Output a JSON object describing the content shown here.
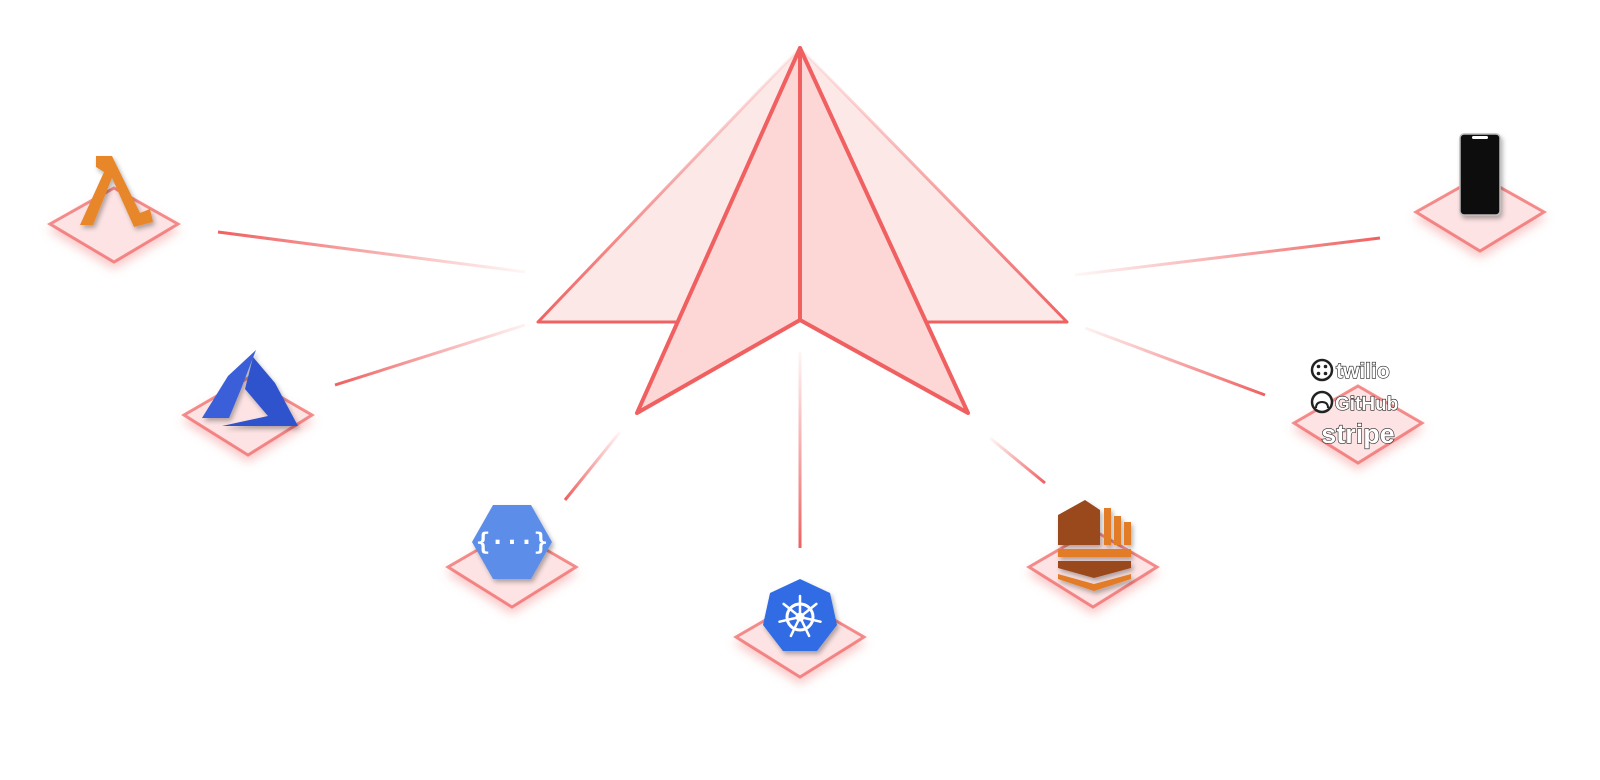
{
  "colors": {
    "accent": "#f06060",
    "platform_fill": "#fde3e3",
    "lambda_orange": "#e8862a",
    "azure_blue": "#3a5fd9",
    "gcp_blue": "#5b8de8",
    "kubernetes_blue": "#326ce5",
    "aws_orange": "#e37c28",
    "phone_black": "#111111"
  },
  "hub": {
    "name": "openfaas-paper-plane-icon"
  },
  "nodes": [
    {
      "id": "aws-lambda",
      "icon": "lambda-icon"
    },
    {
      "id": "azure-functions",
      "icon": "azure-icon"
    },
    {
      "id": "google-cloud-functions",
      "icon": "cloud-functions-icon"
    },
    {
      "id": "kubernetes",
      "icon": "kubernetes-icon"
    },
    {
      "id": "aws-compute",
      "icon": "aws-service-icon"
    },
    {
      "id": "webhook-services",
      "icon": "saas-logos-icon",
      "labels": {
        "twilio": "twilio",
        "github": "GitHub",
        "stripe": "stripe"
      }
    },
    {
      "id": "mobile-device",
      "icon": "smartphone-icon"
    }
  ]
}
